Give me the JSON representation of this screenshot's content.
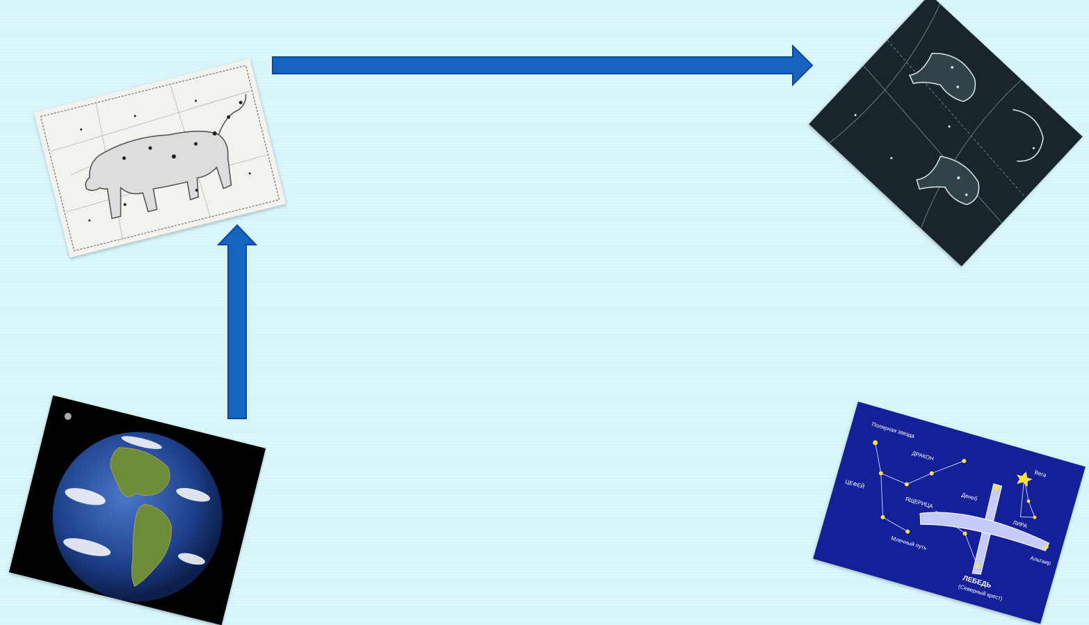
{
  "slide": {
    "background": "#d6f5fb",
    "arrow_color": "#1565c0"
  },
  "cards": {
    "bear": {
      "icon": "ursa-major-constellation-map"
    },
    "whales": {
      "icon": "cetus-constellation-map"
    },
    "earth": {
      "icon": "planet-earth-photo"
    },
    "cygnus": {
      "icon": "cygnus-star-chart",
      "labels": {
        "dragon": "ДРАКОН",
        "lyra": "ЛИРА",
        "vega": "Вега",
        "cepheus": "ЦЕФЕЙ",
        "cygnus": "ЛЕБЕДЬ",
        "cross": "(Северный крест)",
        "deneb": "Денеб",
        "polar": "Полярная звезда",
        "milky": "Млечный путь",
        "altair": "Альтаир",
        "lizard": "ЯЩЕРИЦА"
      }
    }
  }
}
